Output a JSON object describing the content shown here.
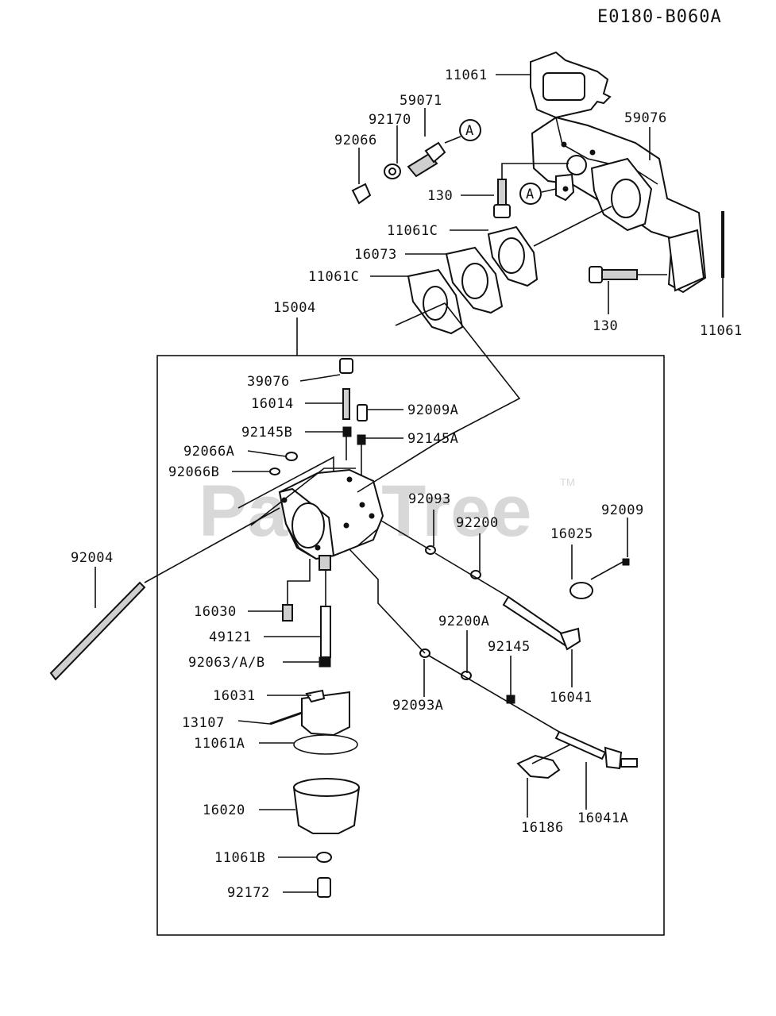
{
  "diagram_code": "E0180-B060A",
  "watermark": "PartsTree",
  "watermark_tm": "TM",
  "callout_letter": "A",
  "labels": [
    "11061",
    "59071",
    "92170",
    "92066",
    "59076",
    "130",
    "11061C",
    "16073",
    "11061C",
    "130",
    "11061",
    "15004",
    "39076",
    "16014",
    "92009A",
    "92145B",
    "92145A",
    "92066A",
    "92066B",
    "92093",
    "92200",
    "92009",
    "16025",
    "92004",
    "16030",
    "49121",
    "92063/A/B",
    "92200A",
    "92145",
    "16041",
    "92093A",
    "16031",
    "13107",
    "11061A",
    "16186",
    "16041A",
    "16020",
    "11061B",
    "92172"
  ]
}
